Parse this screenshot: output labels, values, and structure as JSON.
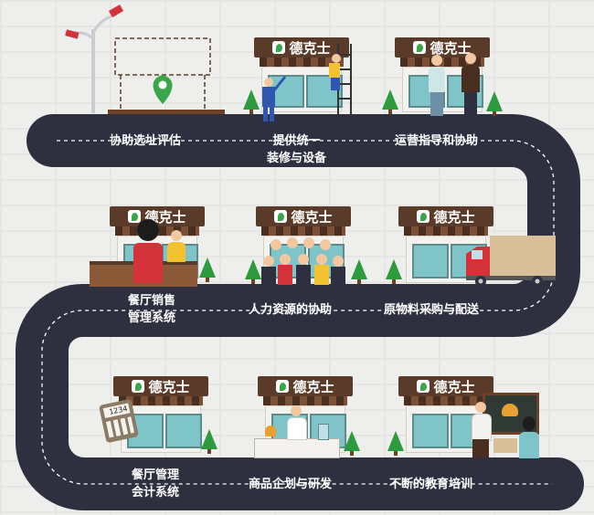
{
  "brand": {
    "name": "德克士",
    "sign_color": "#5a3b2a",
    "leaf_color": "#3aa64a"
  },
  "colors": {
    "road": "#2e3040",
    "road_dash": "#ffffff",
    "pin": "#3aa64a",
    "tree": "#2e9a3e",
    "background": "#eeeeec"
  },
  "row1": {
    "steps": [
      "协助选址评估",
      "提供统一\n装修与设备",
      "运营指导和协助"
    ]
  },
  "row2": {
    "steps": [
      "餐厅销售\n管理系统",
      "人力资源的协助",
      "原物料采购与配送"
    ]
  },
  "row3": {
    "steps": [
      "餐厅管理\n会计系统",
      "商品企划与研发",
      "不断的教育培训"
    ]
  },
  "calculator_display": "1234"
}
